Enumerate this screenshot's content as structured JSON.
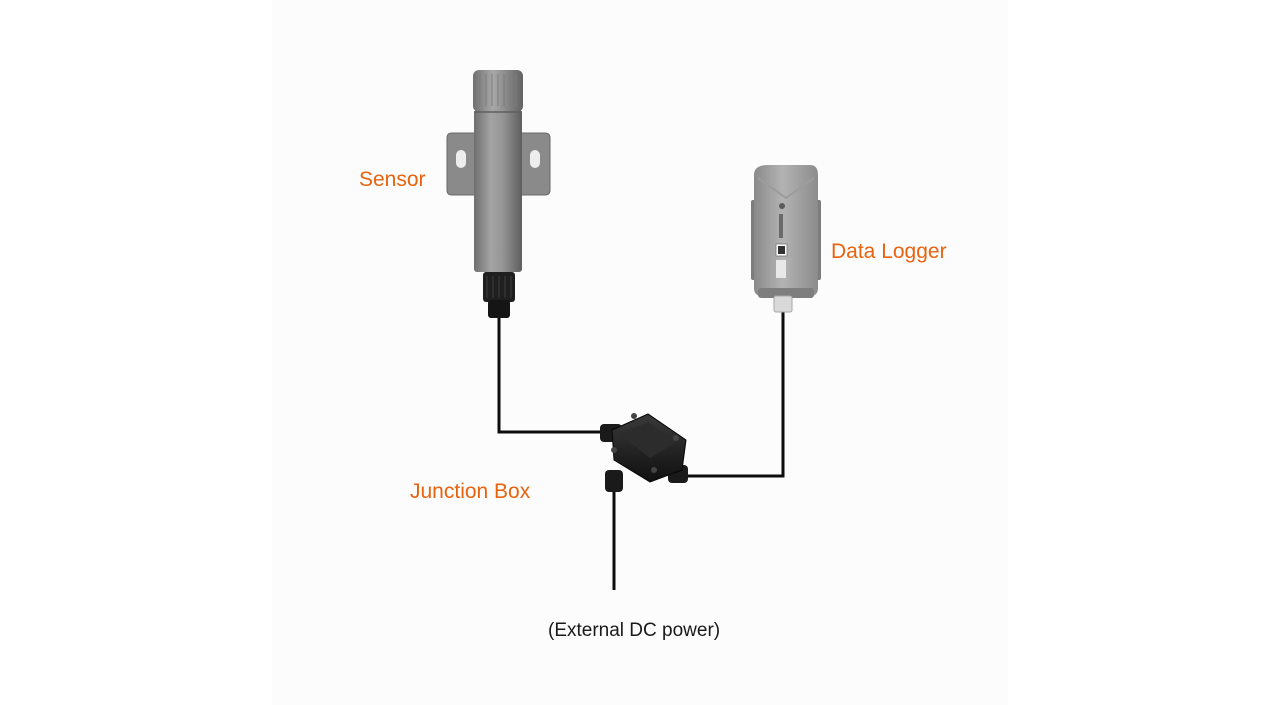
{
  "labels": {
    "sensor": "Sensor",
    "data_logger": "Data Logger",
    "junction_box": "Junction Box",
    "power": "(External DC power)"
  },
  "colors": {
    "label_accent": "#e8630f",
    "device_gray": "#8f8f8f",
    "cable": "#0d0d0d",
    "junction_box": "#1c1c1c"
  }
}
